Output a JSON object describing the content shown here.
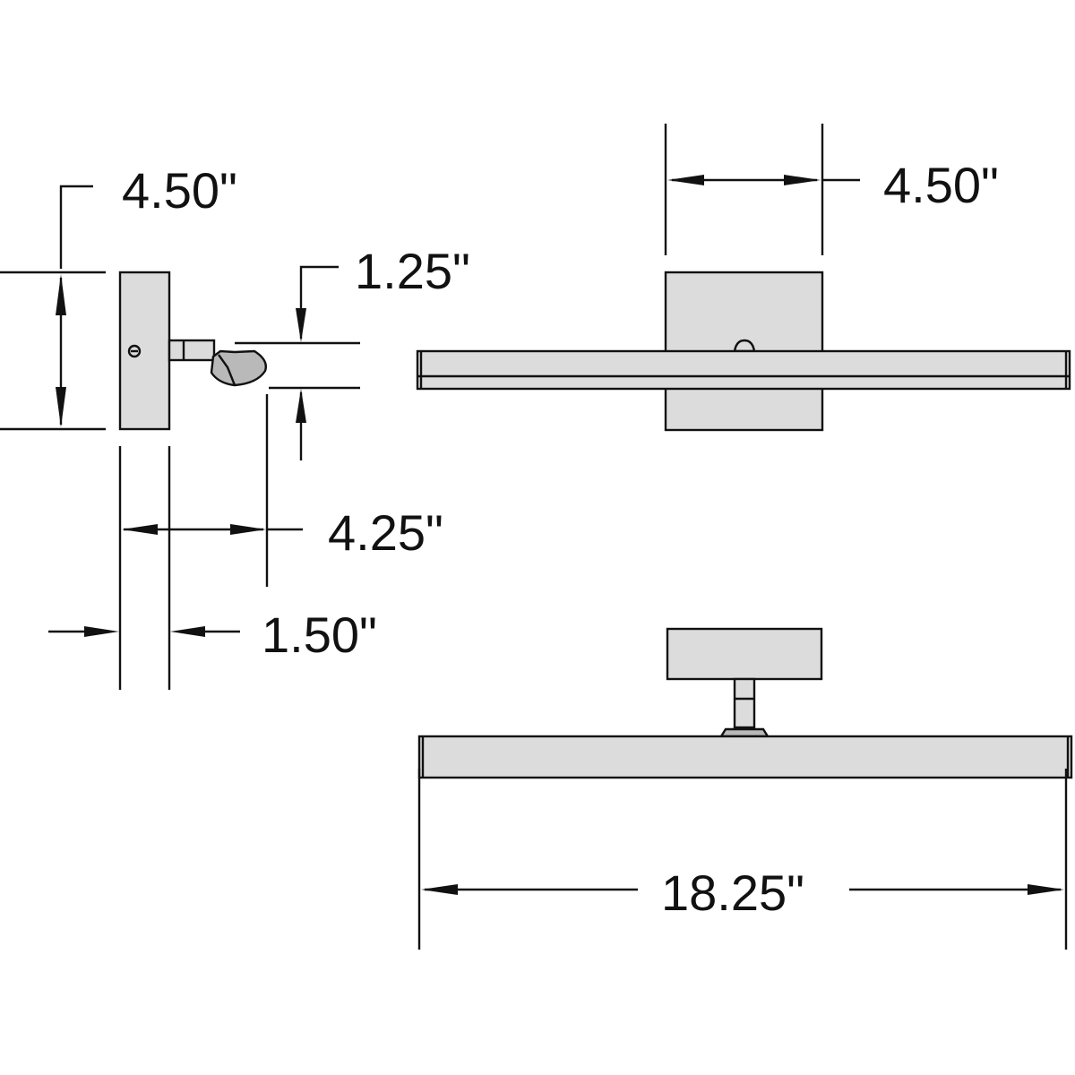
{
  "dimensions": {
    "side_height": "4.50\"",
    "side_lamp_height": "1.25\"",
    "side_extension": "4.25\"",
    "side_depth": "1.50\"",
    "front_backplate_width": "4.50\"",
    "top_length": "18.25\""
  }
}
